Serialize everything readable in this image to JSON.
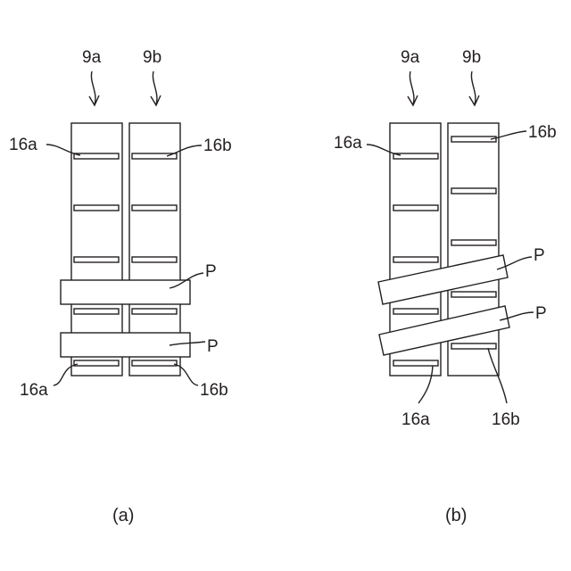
{
  "panel_a": {
    "caption": "(a)",
    "arrow_left_label": "9a",
    "arrow_right_label": "9b",
    "slot_top_left_label": "16a",
    "slot_top_right_label": "16b",
    "plate_upper_label": "P",
    "plate_lower_label": "P",
    "slot_bottom_left_label": "16a",
    "slot_bottom_right_label": "16b"
  },
  "panel_b": {
    "caption": "(b)",
    "arrow_left_label": "9a",
    "arrow_right_label": "9b",
    "slot_top_left_label": "16a",
    "slot_top_right_label": "16b",
    "plate_upper_label": "P",
    "plate_lower_label": "P",
    "slot_bottom_left_label": "16a",
    "slot_bottom_right_label": "16b"
  },
  "colors": {
    "ink": "#231f20",
    "background": "#ffffff"
  }
}
